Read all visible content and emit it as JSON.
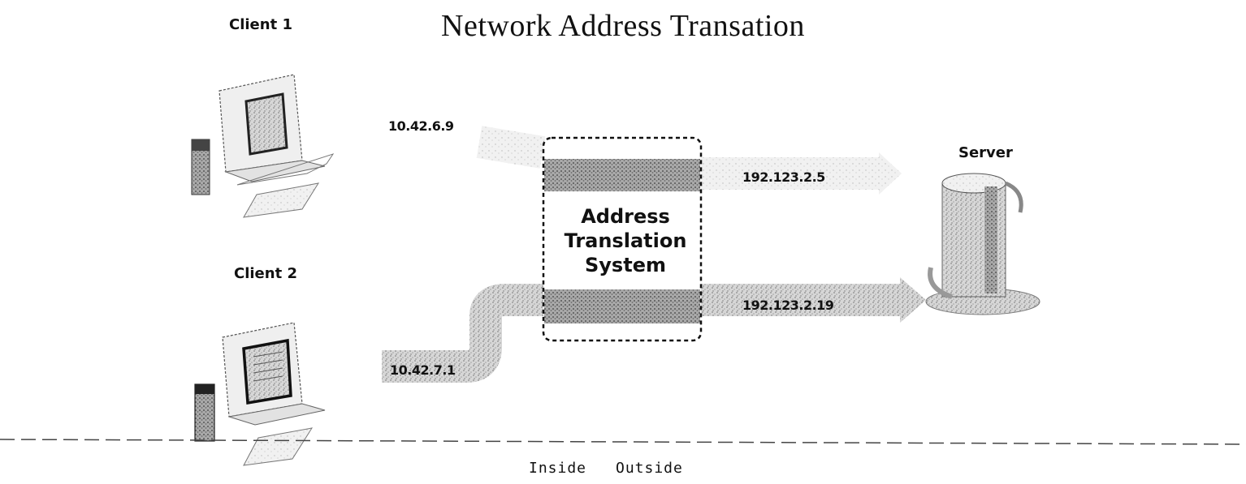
{
  "title": "Network Address Transation",
  "clients": [
    {
      "label": "Client 1",
      "ip": "10.42.6.9"
    },
    {
      "label": "Client 2",
      "ip": "10.42.7.1"
    }
  ],
  "server": {
    "label": "Server"
  },
  "translator": {
    "label": "Address Translation System"
  },
  "outside_ips": [
    "192.123.2.5",
    "192.123.2.19"
  ],
  "zones": {
    "inside": "Inside",
    "outside": "Outside"
  },
  "colors": {
    "ink": "#111111",
    "stipple": "#9a9a9a",
    "band": "#7d7d7d",
    "line": "#333333"
  }
}
